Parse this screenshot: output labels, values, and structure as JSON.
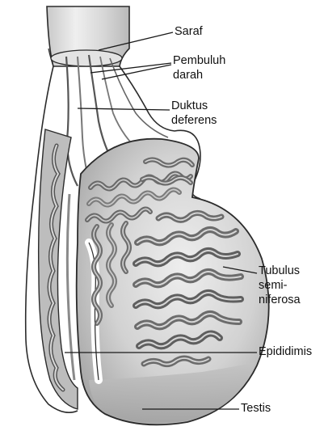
{
  "labels": {
    "saraf": "Saraf",
    "pembuluh_1": "Pembuluh",
    "pembuluh_2": "darah",
    "duktus_1": "Duktus",
    "duktus_2": "deferens",
    "tubulus_1": "Tubulus",
    "tubulus_2": "semi-",
    "tubulus_3": "niferosa",
    "epididimis": "Epididimis",
    "testis": "Testis"
  },
  "colors": {
    "outline": "#2b2b2b",
    "tissue_dark": "#6e6e6e",
    "tissue_mid": "#9a9a9a",
    "tissue_light": "#cfcfcf",
    "testis_fill": "#b4b4b4",
    "cord_fill": "#dcdcdc"
  }
}
